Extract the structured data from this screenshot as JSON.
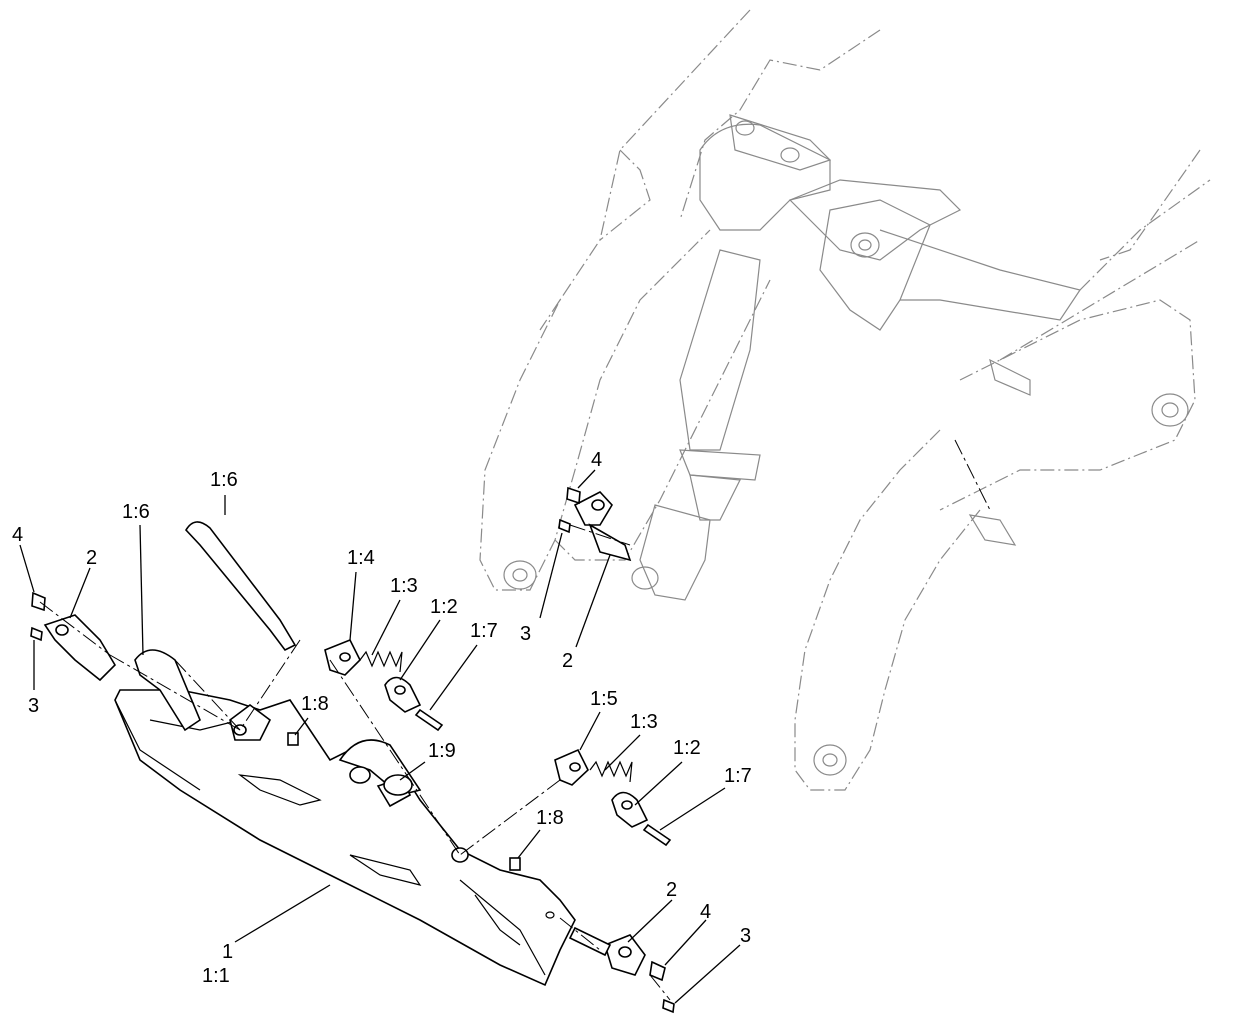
{
  "callouts": [
    {
      "id": "c-4-a",
      "text": "4"
    },
    {
      "id": "c-2-a",
      "text": "2"
    },
    {
      "id": "c-3-a",
      "text": "3"
    },
    {
      "id": "c-16-a",
      "text": "1:6"
    },
    {
      "id": "c-16-b",
      "text": "1:6"
    },
    {
      "id": "c-14",
      "text": "1:4"
    },
    {
      "id": "c-13-a",
      "text": "1:3"
    },
    {
      "id": "c-12-a",
      "text": "1:2"
    },
    {
      "id": "c-17-a",
      "text": "1:7"
    },
    {
      "id": "c-18-a",
      "text": "1:8"
    },
    {
      "id": "c-19",
      "text": "1:9"
    },
    {
      "id": "c-15",
      "text": "1:5"
    },
    {
      "id": "c-13-b",
      "text": "1:3"
    },
    {
      "id": "c-12-b",
      "text": "1:2"
    },
    {
      "id": "c-17-b",
      "text": "1:7"
    },
    {
      "id": "c-18-b",
      "text": "1:8"
    },
    {
      "id": "c-1",
      "text": "1"
    },
    {
      "id": "c-11",
      "text": "1:1"
    },
    {
      "id": "c-2-b",
      "text": "2"
    },
    {
      "id": "c-4-b",
      "text": "4"
    },
    {
      "id": "c-3-b",
      "text": "3"
    },
    {
      "id": "c-4-c",
      "text": "4"
    },
    {
      "id": "c-3-c",
      "text": "3"
    },
    {
      "id": "c-2-c",
      "text": "2"
    }
  ]
}
